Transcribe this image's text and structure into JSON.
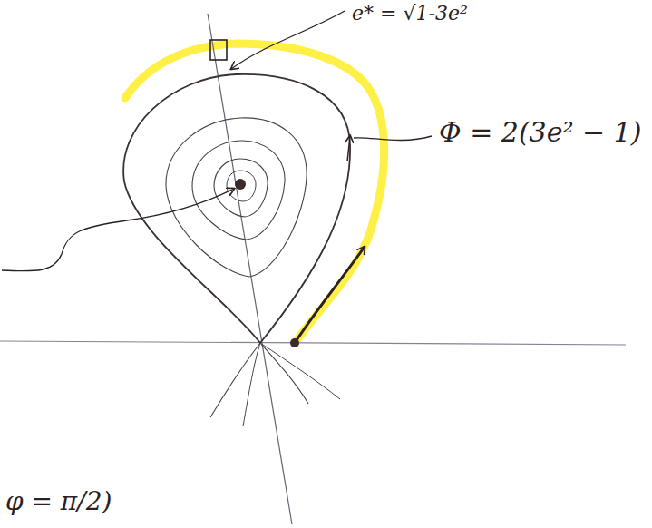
{
  "diagram": {
    "labels": [
      "e* = √1-3e²",
      "Φ = 2(3e² − 1)",
      "φ = π/2)"
    ]
  }
}
